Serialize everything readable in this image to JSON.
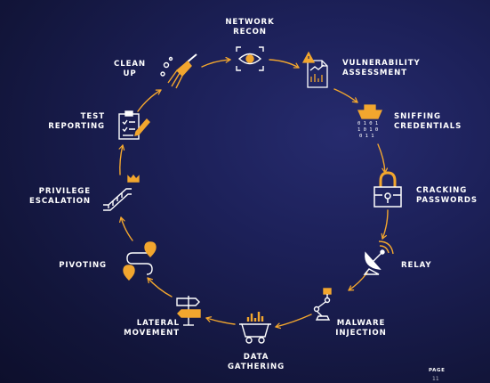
{
  "colors": {
    "accent": "#f2a62e",
    "icon_stroke": "#ffffff",
    "background": "#1c2058"
  },
  "steps": [
    {
      "label": "NETWORK\nRECON",
      "icon": "eye-scan-icon"
    },
    {
      "label": "VULNERABILITY\nASSESSMENT",
      "icon": "document-warning-icon"
    },
    {
      "label": "SNIFFING\nCREDENTIALS",
      "icon": "sniffer-icon"
    },
    {
      "label": "CRACKING\nPASSWORDS",
      "icon": "padlock-icon"
    },
    {
      "label": "RELAY",
      "icon": "satellite-dish-icon"
    },
    {
      "label": "MALWARE\nINJECTION",
      "icon": "robot-arm-icon"
    },
    {
      "label": "DATA\nGATHERING",
      "icon": "mine-cart-icon"
    },
    {
      "label": "LATERAL\nMOVEMENT",
      "icon": "signpost-icon"
    },
    {
      "label": "PIVOTING",
      "icon": "route-pins-icon"
    },
    {
      "label": "PRIVILEGE\nESCALATION",
      "icon": "escalator-crown-icon"
    },
    {
      "label": "TEST\nREPORTING",
      "icon": "clipboard-pen-icon"
    },
    {
      "label": "CLEAN\nUP",
      "icon": "broom-icon"
    }
  ],
  "footer": {
    "page_label": "PAGE",
    "page_number": "11"
  }
}
